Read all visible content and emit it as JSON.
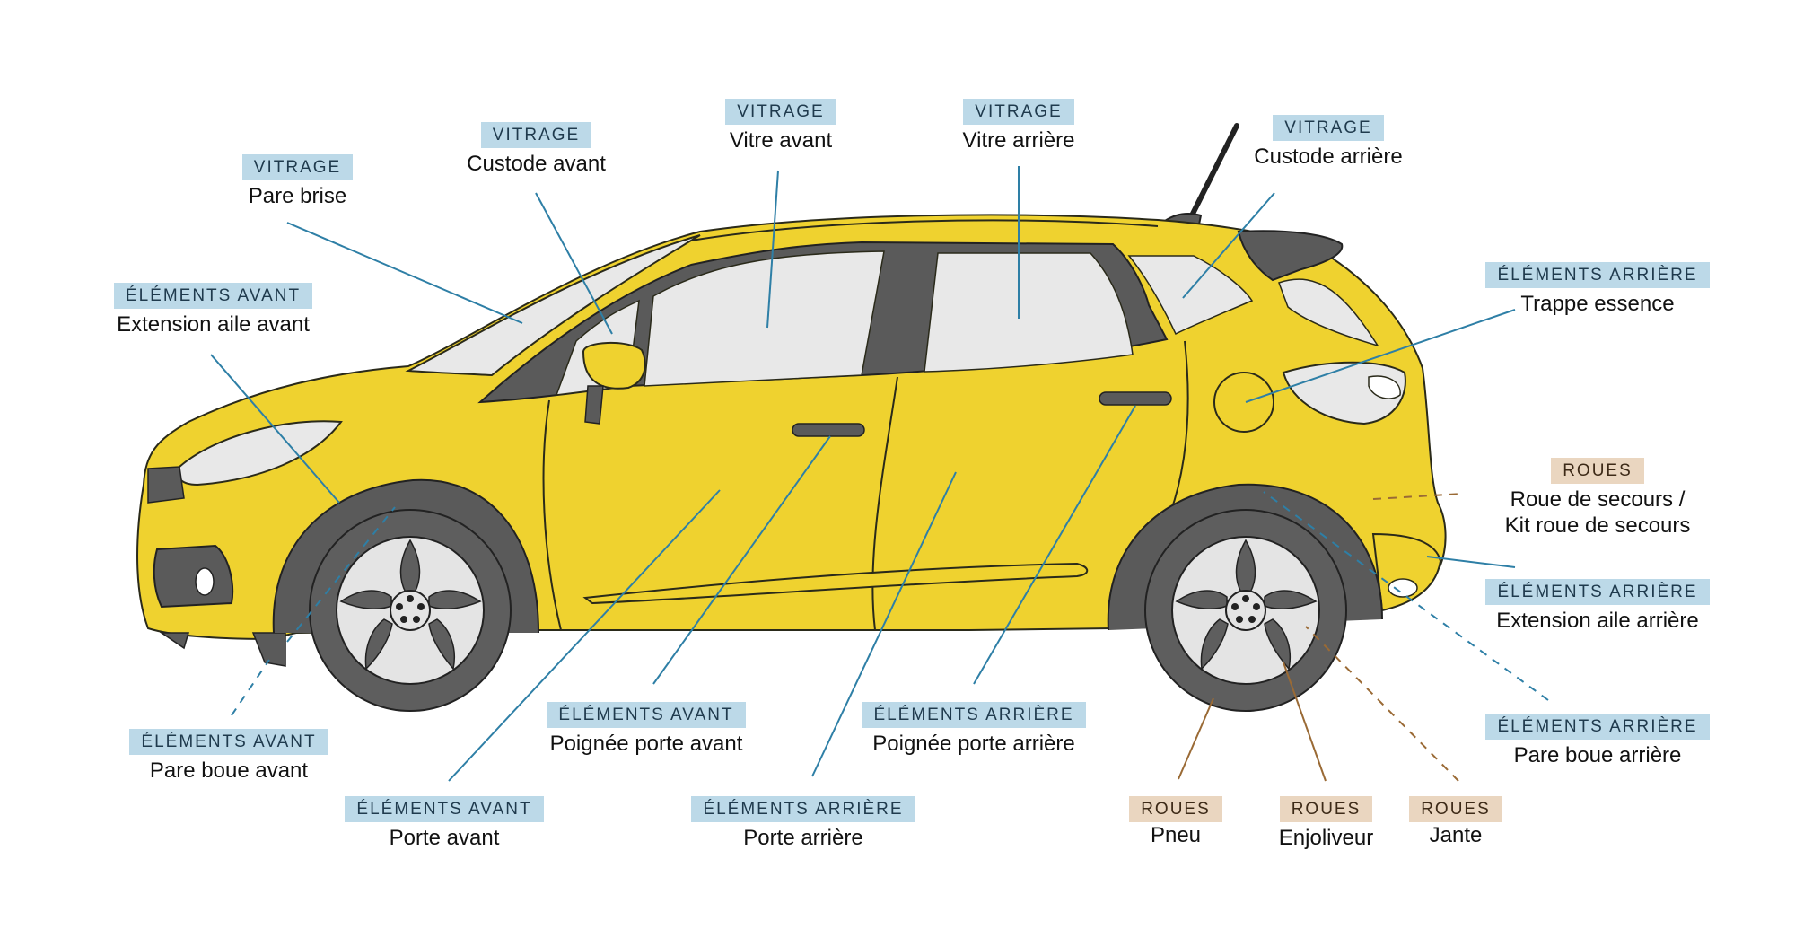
{
  "colors": {
    "body": "#efd22f",
    "body_outline": "#2a2a1a",
    "glass": "#e8e8e8",
    "trim": "#5a5a5a",
    "tire": "#5e5e5e",
    "rim": "#e4e4e4",
    "leader_blue": "#2e7fa6",
    "leader_brown": "#9a6a35",
    "badge_blue": "#bcd9e8",
    "badge_tan": "#ead6c0"
  },
  "labels": {
    "pare_brise": {
      "category": "VITRAGE",
      "name": "Pare brise"
    },
    "custode_avant": {
      "category": "VITRAGE",
      "name": "Custode avant"
    },
    "vitre_avant": {
      "category": "VITRAGE",
      "name": "Vitre avant"
    },
    "vitre_arriere": {
      "category": "VITRAGE",
      "name": "Vitre arrière"
    },
    "custode_arriere": {
      "category": "VITRAGE",
      "name": "Custode arrière"
    },
    "extension_aile_avant": {
      "category": "ÉLÉMENTS AVANT",
      "name": "Extension aile avant"
    },
    "trappe_essence": {
      "category": "ÉLÉMENTS ARRIÈRE",
      "name": "Trappe essence"
    },
    "roue_secours": {
      "category": "ROUES",
      "name_line1": "Roue de secours /",
      "name_line2": "Kit roue de secours"
    },
    "extension_aile_arriere": {
      "category": "ÉLÉMENTS ARRIÈRE",
      "name": "Extension aile arrière"
    },
    "pare_boue_arriere": {
      "category": "ÉLÉMENTS ARRIÈRE",
      "name": "Pare boue arrière"
    },
    "pare_boue_avant": {
      "category": "ÉLÉMENTS AVANT",
      "name": "Pare boue avant"
    },
    "poignee_porte_avant": {
      "category": "ÉLÉMENTS AVANT",
      "name": "Poignée porte avant"
    },
    "poignee_porte_arriere": {
      "category": "ÉLÉMENTS ARRIÈRE",
      "name": "Poignée porte arrière"
    },
    "porte_avant": {
      "category": "ÉLÉMENTS AVANT",
      "name": "Porte avant"
    },
    "porte_arriere": {
      "category": "ÉLÉMENTS ARRIÈRE",
      "name": "Porte arrière"
    },
    "pneu": {
      "category": "ROUES",
      "name": "Pneu"
    },
    "enjoliveur": {
      "category": "ROUES",
      "name": "Enjoliveur"
    },
    "jante": {
      "category": "ROUES",
      "name": "Jante"
    }
  }
}
